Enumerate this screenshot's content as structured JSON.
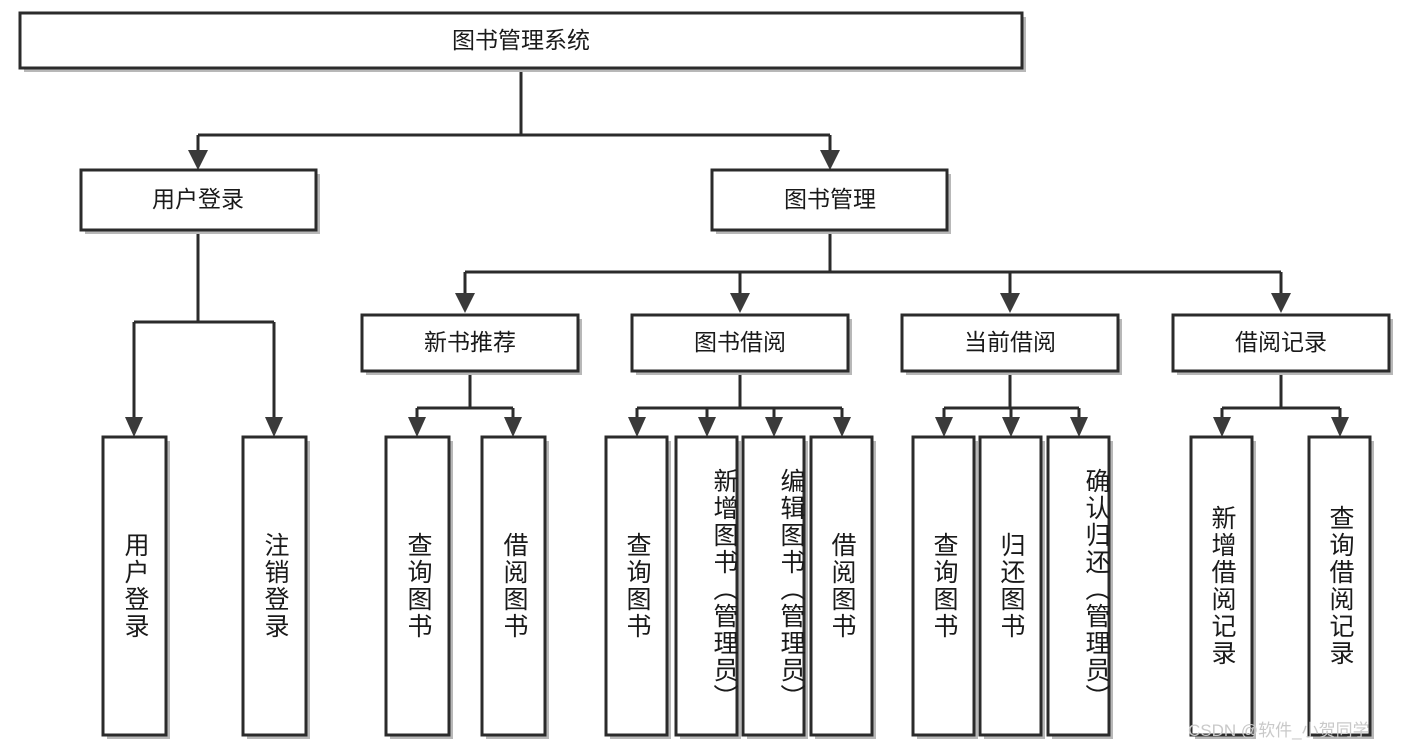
{
  "diagram": {
    "title_node": {
      "label": "图书管理系统"
    },
    "level2": [
      {
        "label": "用户登录"
      },
      {
        "label": "图书管理"
      }
    ],
    "level3": [
      {
        "label": "新书推荐"
      },
      {
        "label": "图书借阅"
      },
      {
        "label": "当前借阅"
      },
      {
        "label": "借阅记录"
      }
    ],
    "leaves": {
      "user_login": [
        {
          "label": "用户登录"
        },
        {
          "label": "注销登录"
        }
      ],
      "new_book_recommend": [
        {
          "label": "查询图书"
        },
        {
          "label": "借阅图书"
        }
      ],
      "book_borrow": [
        {
          "label": "查询图书"
        },
        {
          "label": "新增图书（管理员）"
        },
        {
          "label": "编辑图书（管理员）"
        },
        {
          "label": "借阅图书"
        }
      ],
      "current_borrow": [
        {
          "label": "查询图书"
        },
        {
          "label": "归还图书"
        },
        {
          "label": "确认归还（管理员）"
        }
      ],
      "borrow_record": [
        {
          "label": "新增借阅记录"
        },
        {
          "label": "查询借阅记录"
        }
      ]
    }
  },
  "watermark": {
    "text": "CSDN @软件_小贺同学"
  },
  "colors": {
    "stroke": "#2b2b2b",
    "arrow": "#3a3a3a",
    "background": "#ffffff",
    "shadow": "#b8b8b8",
    "watermark": "#c9c9c9"
  }
}
